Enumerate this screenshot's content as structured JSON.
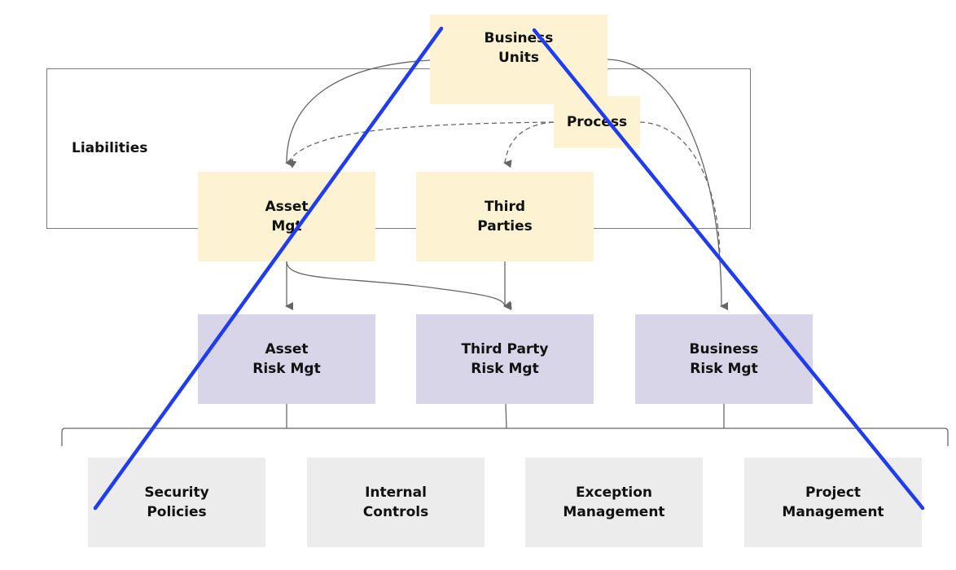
{
  "diagram": {
    "group": {
      "label": "Liabilities"
    },
    "sources": {
      "business_units": [
        "Business",
        "Units"
      ],
      "process": [
        "Process"
      ]
    },
    "liabilities": {
      "asset_mgt": [
        "Asset",
        "Mgt"
      ],
      "third_parties": [
        "Third",
        "Parties"
      ]
    },
    "risk": {
      "asset_risk": [
        "Asset",
        "Risk Mgt"
      ],
      "third_party_risk": [
        "Third Party",
        "Risk Mgt"
      ],
      "business_risk": [
        "Business",
        "Risk Mgt"
      ]
    },
    "outputs": {
      "security_policies": [
        "Security",
        "Policies"
      ],
      "internal_controls": [
        "Internal",
        "Controls"
      ],
      "exception_management": [
        "Exception",
        "Management"
      ],
      "project_management": [
        "Project",
        "Management"
      ]
    },
    "edges": [
      {
        "from": "Business Units",
        "to": "Asset Mgt",
        "style": "solid"
      },
      {
        "from": "Business Units",
        "to": "Business Risk Mgt",
        "style": "solid"
      },
      {
        "from": "Process",
        "to": "Asset Mgt",
        "style": "dashed"
      },
      {
        "from": "Process",
        "to": "Third Parties",
        "style": "dashed"
      },
      {
        "from": "Process",
        "to": "Business Risk Mgt",
        "style": "dashed"
      },
      {
        "from": "Asset Mgt",
        "to": "Asset Risk Mgt",
        "style": "solid"
      },
      {
        "from": "Asset Mgt",
        "to": "Third Party Risk Mgt",
        "style": "solid"
      },
      {
        "from": "Third Parties",
        "to": "Third Party Risk Mgt",
        "style": "solid"
      }
    ],
    "colors": {
      "source_fill": "#fdf2d2",
      "risk_fill": "#d9d5e8",
      "output_fill": "#ececec",
      "connector": "#666666",
      "annotation": "#1f3cf0"
    }
  }
}
